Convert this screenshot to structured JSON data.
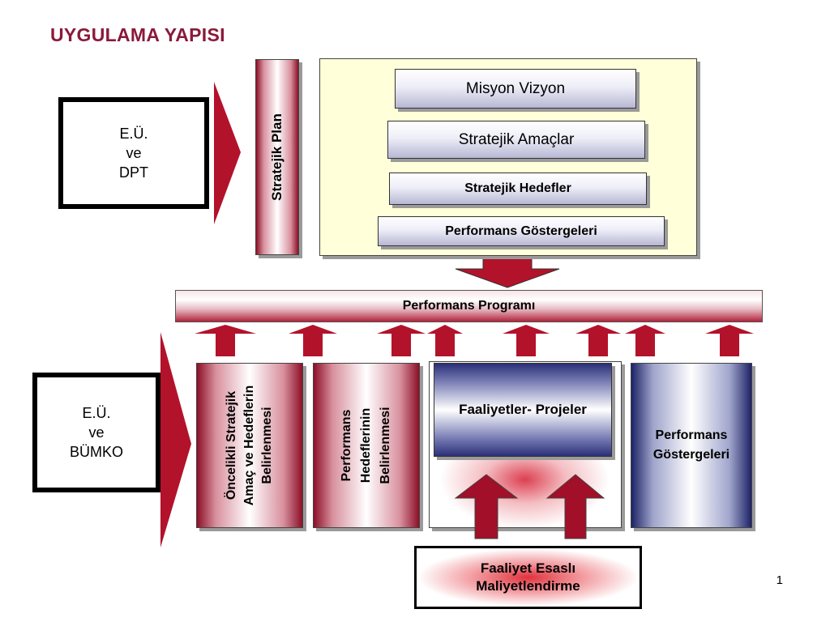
{
  "title": "UYGULAMA YAPISI",
  "top_actor": {
    "line1": "E.Ü.",
    "line2": "ve",
    "line3": "DPT"
  },
  "bottom_actor": {
    "line1": "E.Ü.",
    "line2": "ve",
    "line3": "BÜMKO"
  },
  "strategic_plan_label": "Stratejik Plan",
  "plan_items": [
    "Misyon Vizyon",
    "Stratejik Amaçlar",
    "Stratejik Hedefler",
    "Performans Göstergeleri"
  ],
  "program_label": "Performans Programı",
  "columns": {
    "col1": {
      "line1": "Öncelikli Stratejik",
      "line2": "Amaç ve Hedeflerin",
      "line3": "Belirlenmesi"
    },
    "col2": {
      "line1": "Performans",
      "line2": "Hedeflerinin",
      "line3": "Belirlenmesi"
    },
    "col3": "Faaliyetler- Projeler",
    "col4": {
      "line1": "Performans",
      "line2": "Göstergeleri"
    }
  },
  "costing": {
    "line1": "Faaliyet Esaslı",
    "line2": "Maliyetlendirme"
  },
  "page_number": "1",
  "colors": {
    "title": "#8a1a3a",
    "arrow": "#b3122b",
    "panel": "#ffffd9",
    "navy": "#2b2f78"
  }
}
